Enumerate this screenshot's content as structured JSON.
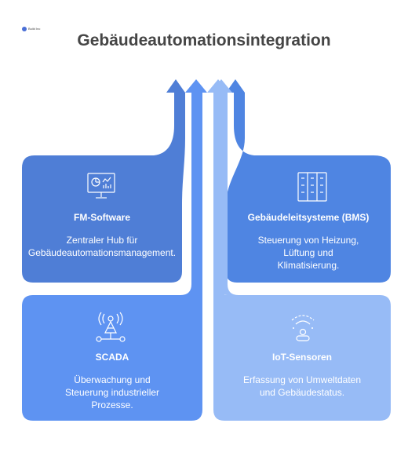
{
  "header": {
    "logo_text": "Build Inc",
    "title": "Gebäudeautomationsintegration"
  },
  "cards": {
    "fm": {
      "name": "FM-Software",
      "desc_1": "Zentraler Hub für",
      "desc_2": "Gebäudeautomationsmanagement.",
      "icon": "dashboard-monitor-icon",
      "color": "#4f7ed6"
    },
    "bms": {
      "name": "Gebäudeleitsysteme (BMS)",
      "desc_1": "Steuerung von Heizung,",
      "desc_2": "Lüftung und",
      "desc_3": "Klimatisierung.",
      "icon": "server-rack-icon",
      "color": "#4f85e2"
    },
    "scada": {
      "name": "SCADA",
      "desc_1": "Überwachung und",
      "desc_2": "Steuerung industrieller",
      "desc_3": "Prozesse.",
      "icon": "antenna-network-icon",
      "color": "#5e93f2"
    },
    "iot": {
      "name": "IoT-Sensoren",
      "desc_1": "Erfassung von Umweltdaten",
      "desc_2": "und Gebäudestatus.",
      "icon": "wireless-sensor-icon",
      "color": "#97bbf6"
    }
  }
}
